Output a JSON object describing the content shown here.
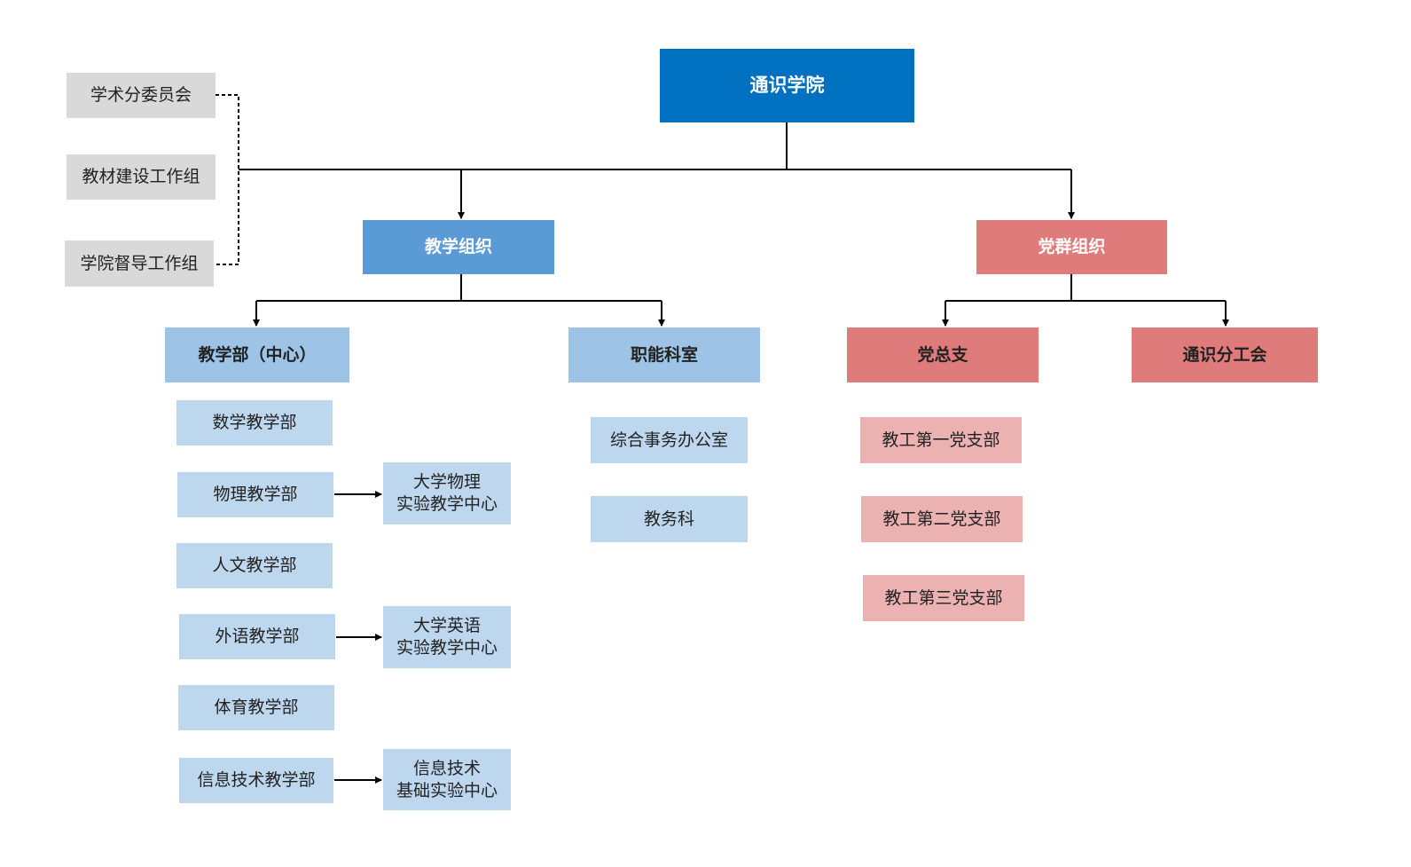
{
  "root": {
    "label": "通识学院"
  },
  "committees": [
    {
      "label": "学术分委员会"
    },
    {
      "label": "教材建设工作组"
    },
    {
      "label": "学院督导工作组"
    }
  ],
  "teaching_org": {
    "label": "教学组织",
    "departments": {
      "label": "教学部（中心）",
      "items": [
        {
          "label": "数学教学部"
        },
        {
          "label": "物理教学部"
        },
        {
          "label": "人文教学部"
        },
        {
          "label": "外语教学部"
        },
        {
          "label": "体育教学部"
        },
        {
          "label": "信息技术教学部"
        }
      ],
      "centers": [
        {
          "label": "大学物理\n实验教学中心"
        },
        {
          "label": "大学英语\n实验教学中心"
        },
        {
          "label": "信息技术\n基础实验中心"
        }
      ]
    },
    "offices": {
      "label": "职能科室",
      "items": [
        {
          "label": "综合事务办公室"
        },
        {
          "label": "教务科"
        }
      ]
    }
  },
  "party_org": {
    "label": "党群组织",
    "branch": {
      "label": "党总支",
      "items": [
        {
          "label": "教工第一党支部"
        },
        {
          "label": "教工第二党支部"
        },
        {
          "label": "教工第三党支部"
        }
      ]
    },
    "union": {
      "label": "通识分工会"
    }
  },
  "colors": {
    "root": "#0070c0",
    "teaching_level1": "#5b9bd5",
    "teaching_level2": "#9dc3e6",
    "teaching_level3": "#bdd7ee",
    "party_level1": "#e07b7b",
    "party_level3": "#ecb2b2",
    "committee": "#d9d9d9"
  }
}
